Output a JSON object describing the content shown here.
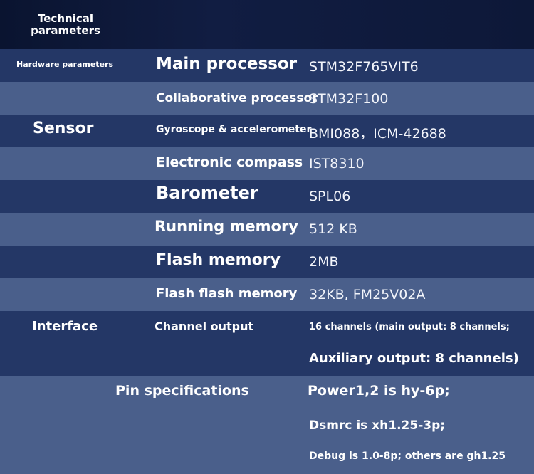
{
  "header": {
    "title": "Technical parameters"
  },
  "rows": [
    {
      "category": "Hardware parameters",
      "label": "Main processor",
      "value": "STM32F765VIT6"
    },
    {
      "category": "",
      "label": "Collaborative processor",
      "value": "STM32F100"
    },
    {
      "category": "Sensor",
      "label": "Gyroscope & accelerometer",
      "value": "BMI088，ICM-42688"
    },
    {
      "category": "",
      "label": "Electronic compass",
      "value": "IST8310"
    },
    {
      "category": "",
      "label": "Barometer",
      "value": "SPL06"
    },
    {
      "category": "",
      "label": "Running memory",
      "value": "512 KB"
    },
    {
      "category": "",
      "label": "Flash memory",
      "value": "2MB"
    },
    {
      "category": "",
      "label": "Flash flash memory",
      "value": "32KB, FM25V02A"
    }
  ],
  "interface": {
    "category": "Interface",
    "label": "Channel output",
    "value_line1": "16 channels (main output: 8 channels;",
    "value_line2": "Auxiliary output: 8 channels)"
  },
  "pins": {
    "label": "Pin specifications",
    "line1": "Power1,2 is hy-6p;",
    "line2": "Dsmrc is xh1.25-3p;",
    "line3": "Debug is 1.0-8p; others are gh1.25"
  }
}
